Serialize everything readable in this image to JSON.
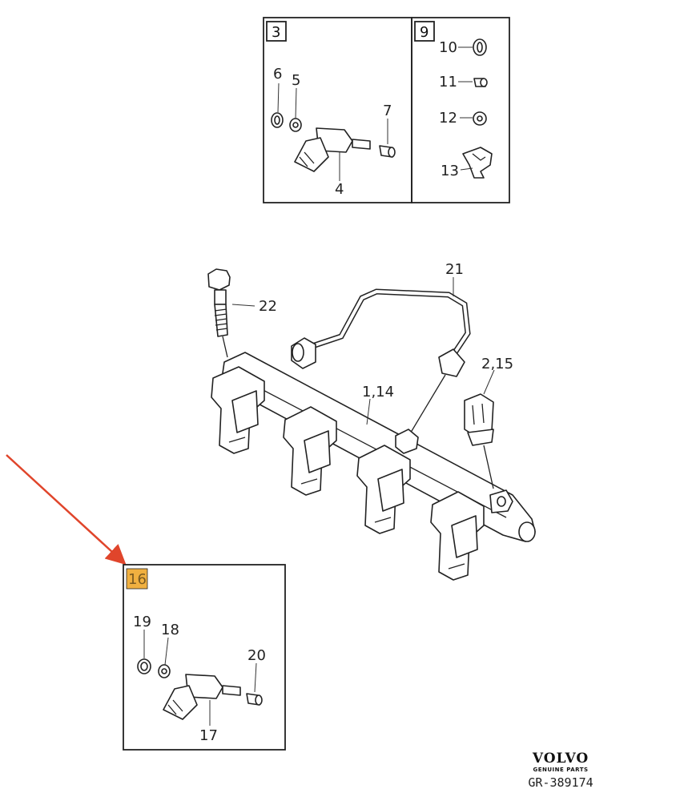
{
  "diagram": {
    "box_3": {
      "number": "3"
    },
    "box_9": {
      "number": "9"
    },
    "box_16": {
      "number": "16",
      "highlight_color": "#f0b040"
    },
    "labels": {
      "l6": "6",
      "l5": "5",
      "l7": "7",
      "l4": "4",
      "l10": "10",
      "l11": "11",
      "l12": "12",
      "l13": "13",
      "l21": "21",
      "l22": "22",
      "l215": "2,15",
      "l114": "1,14",
      "l19": "19",
      "l18": "18",
      "l20": "20",
      "l17": "17"
    },
    "pointer_arrow_color": "#e0452b",
    "logo": {
      "brand": "VOLVO",
      "tagline": "GENUINE PARTS"
    },
    "reference": "GR-389174"
  }
}
